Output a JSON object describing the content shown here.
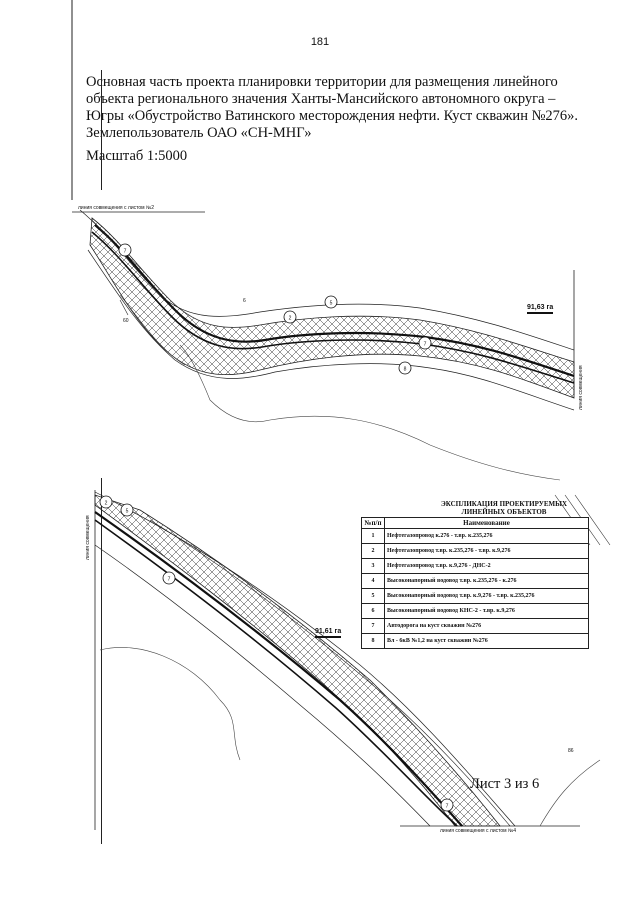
{
  "page_number": "181",
  "title_lines": [
    "Основная часть проекта планировки территории для размещения линейного",
    "объекта регионального значения Ханты-Мансийского автономного округа –",
    "Югры «Обустройство Ватинского месторождения нефти. Куст скважин №276».",
    "Землепользователь ОАО «СН-МНГ»"
  ],
  "scale": "Масштаб 1:5000",
  "sheet": "Лист 3 из 6",
  "map": {
    "match_line_top": "линия совмещения с листом №2",
    "match_line_right": "линия совмещения",
    "match_line_left": "линия совмещения",
    "match_line_bottom": "линия совмещения с листом №4",
    "label_6": "6",
    "label_60": "60",
    "label_86": "86",
    "area_top": "91,63 га",
    "area_bottom": "91,61 га",
    "markers_top": [
      "7",
      "2",
      "5",
      "7",
      "8"
    ],
    "markers_bottom": [
      "2",
      "5",
      "7",
      "7"
    ]
  },
  "explication": {
    "title_line1": "ЭКСПЛИКАЦИЯ ПРОЕКТИРУЕМЫХ",
    "title_line2": "ЛИНЕЙНЫХ ОБЪЕКТОВ",
    "header_num": "№п/п",
    "header_name": "Наименование",
    "rows": [
      {
        "num": "1",
        "name": "Нефтегазопровод к.276 - т.вр. к.235,276"
      },
      {
        "num": "2",
        "name": "Нефтегазопровод т.вр. к.235,276 - т.вр. к.9,276"
      },
      {
        "num": "3",
        "name": "Нефтегазопровод т.вр. к.9,276 - ДНС-2"
      },
      {
        "num": "4",
        "name": "Высоконапорный водовод т.вр. к.235,276 - к.276"
      },
      {
        "num": "5",
        "name": "Высоконапорный водовод т.вр. к.9,276 - т.вр. к.235,276"
      },
      {
        "num": "6",
        "name": "Высоконапорный водовод КНС-2 - т.вр. к.9,276"
      },
      {
        "num": "7",
        "name": "Автодорога на куст скважин №276"
      },
      {
        "num": "8",
        "name": "Вл - 6кВ №1,2 на куст скважин №276"
      }
    ]
  }
}
